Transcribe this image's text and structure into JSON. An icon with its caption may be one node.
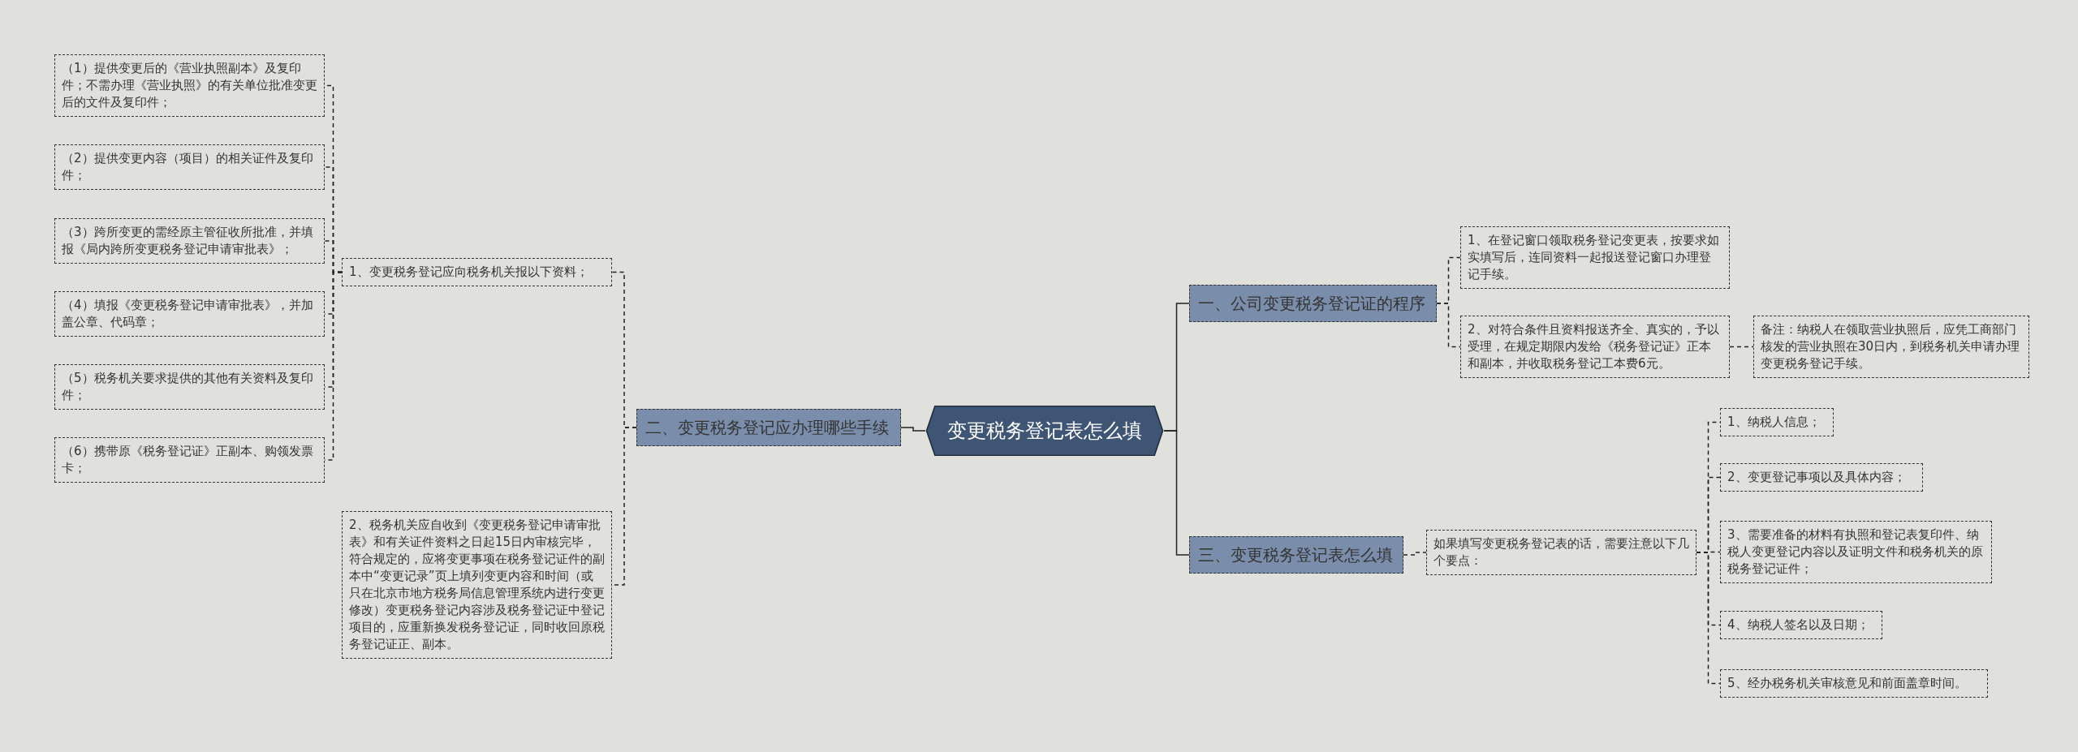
{
  "diagram": {
    "nodes": [
      {
        "text": [
          "变更税务登记表怎么填"
        ]
      },
      {
        "text": [
          "一、公司变更税务登记证的程序"
        ]
      },
      {
        "text": [
          "1、在登记窗口领取税务登记变更表，按要求如实填写后，连同资料一起报送登记窗口办理登记手续。"
        ]
      },
      {
        "text": [
          "2、对符合条件且资料报送齐全、真实的，予以受理，在规定期限内发给《税务登记证》正本和副本，并收取税务登记工本费6元。"
        ]
      },
      {
        "text": [
          "备注：纳税人在领取营业执照后，应凭工商部门核发的营业执照在30日内，到税务机关申请办理变更税务登记手续。"
        ]
      },
      {
        "text": [
          "二、变更税务登记应办理哪些手续"
        ]
      },
      {
        "text": [
          "1、变更税务登记应向税务机关报以下资料；"
        ]
      },
      {
        "text": [
          "（1）提供变更后的《营业执照副本》及复印件；不需办理《营业执照》的有关单位批准变更后的文件及复印件；"
        ]
      },
      {
        "text": [
          "（2）提供变更内容（项目）的相关证件及复印件；"
        ]
      },
      {
        "text": [
          "（3）跨所变更的需经原主管征收所批准，并填报《局内跨所变更税务登记申请审批表》；"
        ]
      },
      {
        "text": [
          "（4）填报《变更税务登记申请审批表》，并加盖公章、代码章；"
        ]
      },
      {
        "text": [
          "（5）税务机关要求提供的其他有关资料及复印件；"
        ]
      },
      {
        "text": [
          "（6）携带原《税务登记证》正副本、购领发票卡；"
        ]
      },
      {
        "text": [
          "2、税务机关应自收到《变更税务登记申请审批表》和有关证件资料之日起15日内审核完毕，符合规定的，应将变更事项在税务登记证件的副本中“变更记录”页上填列变更内容和时间（或只在北京市地方税务局信息管理系统内进行变更修改）变更税务登记内容涉及税务登记证中登记项目的，应重新换发税务登记证，同时收回原税务登记证正、副本。"
        ]
      },
      {
        "text": [
          "三、变更税务登记表怎么填"
        ]
      },
      {
        "text": [
          "如果填写变更税务登记表的话，需要注意以下几个要点："
        ]
      },
      {
        "text": [
          "1、纳税人信息；"
        ]
      },
      {
        "text": [
          "2、变更登记事项以及具体内容；"
        ]
      },
      {
        "text": [
          "3、需要准备的材料有执照和登记表复印件、纳税人变更登记内容以及证明文件和税务机关的原税务登记证件；"
        ]
      },
      {
        "text": [
          "4、纳税人签名以及日期；"
        ]
      },
      {
        "text": [
          "5、经办税务机关审核意见和前面盖章时间。"
        ]
      }
    ],
    "edges": [
      {
        "from": 0,
        "to": 1,
        "arrow": "none"
      },
      {
        "from": 1,
        "to": 2,
        "arrow": "none",
        "style": "dashed"
      },
      {
        "from": 1,
        "to": 3,
        "arrow": "none",
        "style": "dashed"
      },
      {
        "from": 3,
        "to": 4,
        "arrow": "none",
        "style": "dashed"
      },
      {
        "from": 0,
        "to": 5,
        "arrow": "none"
      },
      {
        "from": 5,
        "to": 6,
        "arrow": "none",
        "style": "dashed"
      },
      {
        "from": 6,
        "to": 7,
        "arrow": "none",
        "style": "dashed"
      },
      {
        "from": 6,
        "to": 8,
        "arrow": "none",
        "style": "dashed"
      },
      {
        "from": 6,
        "to": 9,
        "arrow": "none",
        "style": "dashed"
      },
      {
        "from": 6,
        "to": 10,
        "arrow": "none",
        "style": "dashed"
      },
      {
        "from": 6,
        "to": 11,
        "arrow": "none",
        "style": "dashed"
      },
      {
        "from": 6,
        "to": 12,
        "arrow": "none",
        "style": "dashed"
      },
      {
        "from": 5,
        "to": 13,
        "arrow": "none",
        "style": "dashed"
      },
      {
        "from": 0,
        "to": 14,
        "arrow": "none"
      },
      {
        "from": 14,
        "to": 15,
        "arrow": "none",
        "style": "dashed"
      },
      {
        "from": 15,
        "to": 16,
        "arrow": "none",
        "style": "dashed"
      },
      {
        "from": 15,
        "to": 17,
        "arrow": "none",
        "style": "dashed"
      },
      {
        "from": 15,
        "to": 18,
        "arrow": "none",
        "style": "dashed"
      },
      {
        "from": 15,
        "to": 19,
        "arrow": "none",
        "style": "dashed"
      },
      {
        "from": 15,
        "to": 20,
        "arrow": "none",
        "style": "dashed"
      }
    ]
  }
}
